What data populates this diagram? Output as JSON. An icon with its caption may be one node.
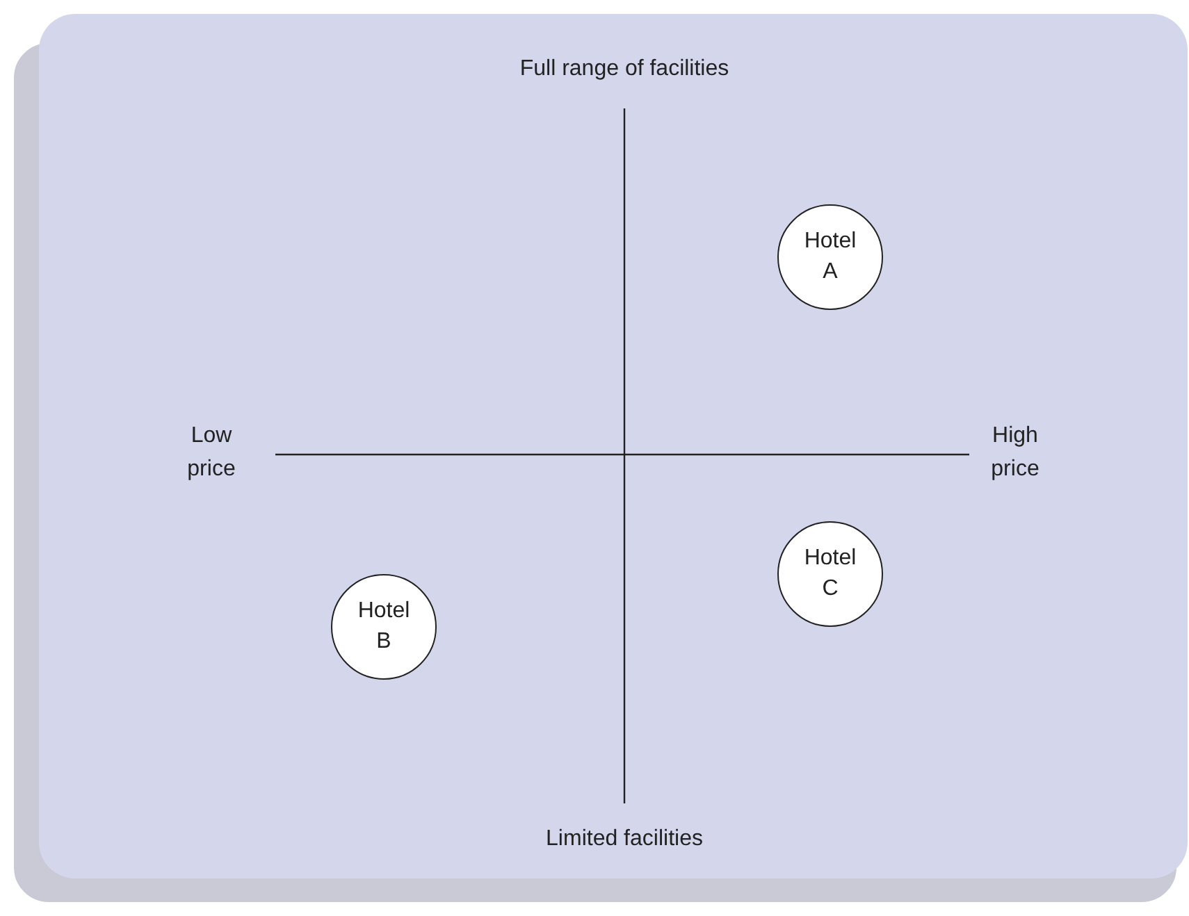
{
  "diagram": {
    "nodes": [
      {
        "text": [
          "Hotel A"
        ]
      },
      {
        "text": [
          "Hotel C"
        ]
      },
      {
        "text": [
          "Hotel B"
        ]
      }
    ],
    "labels": [
      "Full range of facilities",
      "Low price",
      "High price",
      "Limited facilities"
    ]
  }
}
